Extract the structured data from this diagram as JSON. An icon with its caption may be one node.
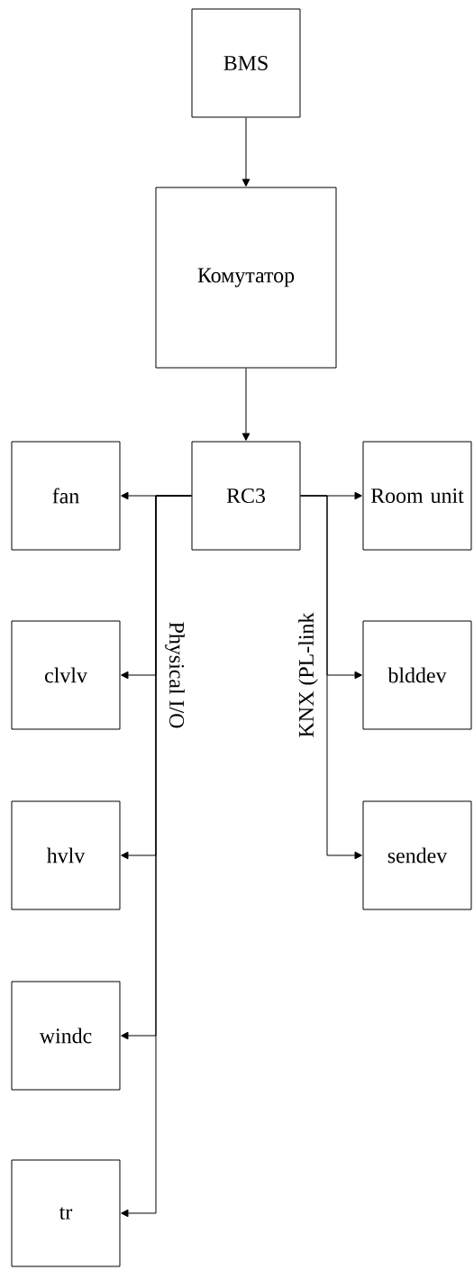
{
  "diagram": {
    "nodes": [
      {
        "text": [
          "BMS"
        ]
      },
      {
        "text": [
          "Комутатор"
        ]
      },
      {
        "text": [
          "RC3"
        ]
      },
      {
        "text": [
          "fan"
        ]
      },
      {
        "text": [
          "Room unit"
        ]
      },
      {
        "text": [
          "clvlv"
        ]
      },
      {
        "text": [
          "blddev"
        ]
      },
      {
        "text": [
          "hvlv"
        ]
      },
      {
        "text": [
          "sendev"
        ]
      },
      {
        "text": [
          "windc"
        ]
      },
      {
        "text": [
          "tr"
        ]
      }
    ],
    "edges": [
      {
        "from": 0,
        "to": 1,
        "arrow": "to"
      },
      {
        "from": 1,
        "to": 2,
        "arrow": "to"
      },
      {
        "from": 2,
        "to": 3,
        "arrow": "to"
      },
      {
        "from": 2,
        "to": 5,
        "arrow": "to"
      },
      {
        "from": 2,
        "to": 7,
        "arrow": "to"
      },
      {
        "from": 2,
        "to": 9,
        "arrow": "to"
      },
      {
        "from": 2,
        "to": 10,
        "arrow": "to"
      },
      {
        "from": 2,
        "to": 4,
        "arrow": "to"
      },
      {
        "from": 2,
        "to": 6,
        "arrow": "to"
      },
      {
        "from": 2,
        "to": 8,
        "arrow": "to"
      }
    ],
    "labels": [
      "Physical I/O",
      "KNX (PL-link"
    ]
  }
}
